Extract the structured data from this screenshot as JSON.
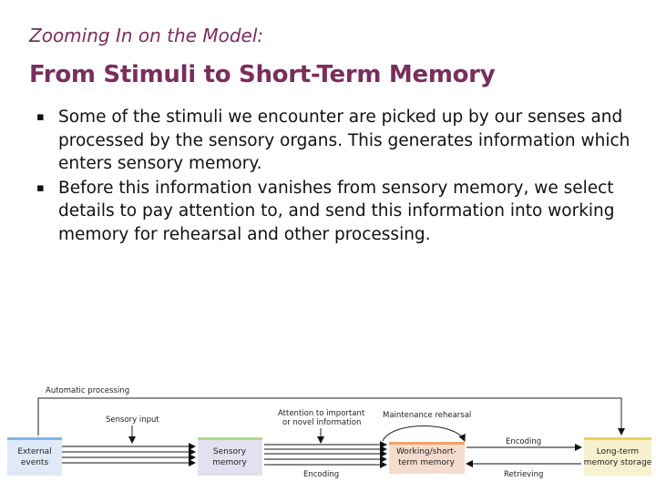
{
  "slide": {
    "subtitle": "Zooming In on the Model:",
    "title": "From Stimuli to Short-Term Memory",
    "bullets": [
      "Some of the stimuli we encounter are picked up by our senses and processed by the sensory organs. This generates information which enters sensory memory.",
      "Before this information vanishes from sensory memory, we select details to pay attention to, and send this information into working memory for rehearsal and other processing."
    ]
  },
  "diagram": {
    "automatic_processing": "Automatic processing",
    "sensory_input": "Sensory input",
    "attention_line1": "Attention to important",
    "attention_line2": "or novel information",
    "maintenance_rehearsal": "Maintenance rehearsal",
    "encoding_top": "Encoding",
    "encoding_bottom": "Encoding",
    "retrieving": "Retrieving",
    "boxes": {
      "external_line1": "External",
      "external_line2": "events",
      "sensory_line1": "Sensory",
      "sensory_line2": "memory",
      "working_line1": "Working/short-",
      "working_line2": "term memory",
      "longterm_line1": "Long-term",
      "longterm_line2": "memory storage"
    }
  }
}
